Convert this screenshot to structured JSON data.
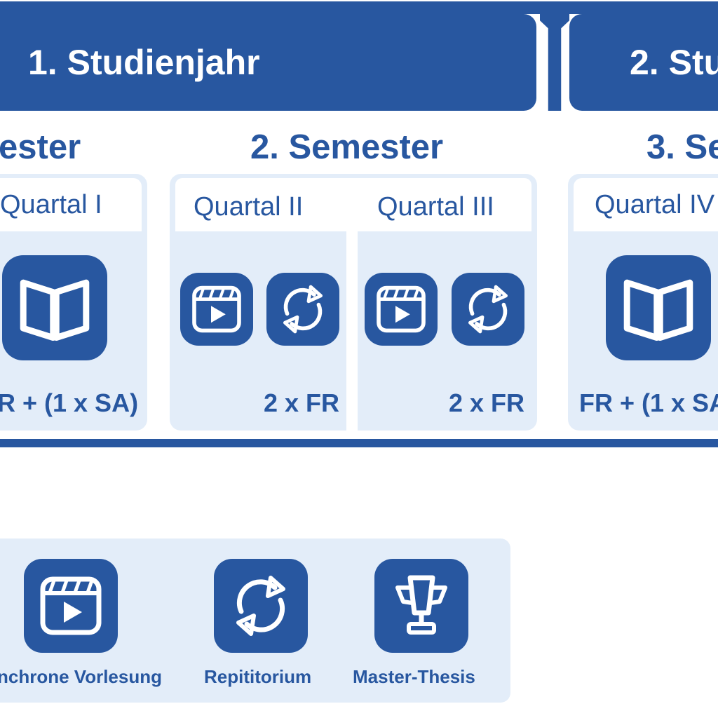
{
  "years": [
    {
      "label": "1. Studienjahr"
    },
    {
      "label": "2. Stu"
    }
  ],
  "semesters": [
    {
      "title": "ester"
    },
    {
      "title": "2. Semester"
    },
    {
      "title": "3. Se"
    }
  ],
  "quarters": [
    {
      "label": "Quartal I",
      "formula": "R + (1 x SA)",
      "icons": [
        "book-icon"
      ]
    },
    {
      "label": "Quartal II",
      "formula": "2 x FR",
      "icons": [
        "video-play-icon",
        "refresh-cycle-icon"
      ]
    },
    {
      "label": "Quartal III",
      "formula": "2 x FR",
      "icons": [
        "video-play-icon",
        "refresh-cycle-icon"
      ]
    },
    {
      "label": "Quartal IV",
      "formula": "FR + (1 x SA",
      "icons": [
        "book-icon"
      ]
    }
  ],
  "legend": [
    {
      "label": "nchrone Vorlesung",
      "icon": "video-play-icon"
    },
    {
      "label": "Repititorium",
      "icon": "refresh-cycle-icon"
    },
    {
      "label": "Master-Thesis",
      "icon": "trophy-icon"
    }
  ],
  "colors": {
    "primary": "#2857a0",
    "panel": "#e3edf9",
    "background": "#ffffff"
  }
}
